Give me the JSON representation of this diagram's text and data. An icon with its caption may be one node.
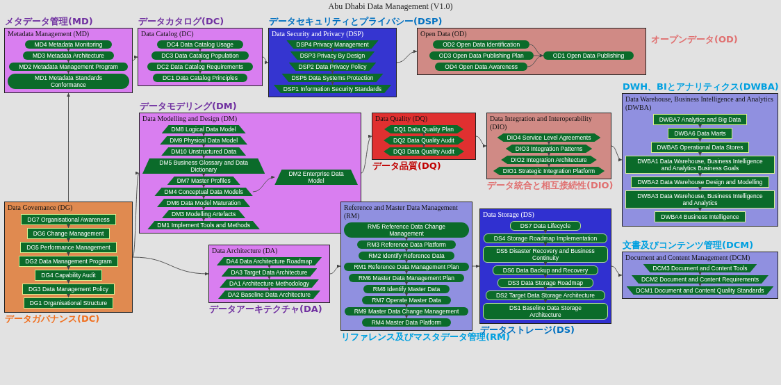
{
  "diagram": {
    "title": "Abu Dhabi Data Management (V1.0)",
    "nodes": [
      {
        "text": [
          "Metadata Management (MD)"
        ],
        "beside": [
          "メタデータ管理(MD)"
        ]
      },
      {
        "text": [
          "MD4 Metadata Monitoring"
        ],
        "in": 0
      },
      {
        "text": [
          "MD3 Metadata Architecture"
        ],
        "in": 0
      },
      {
        "text": [
          "MD2 Metadata Management Program"
        ],
        "in": 0
      },
      {
        "text": [
          "MD1 Metadata Standards Conformance"
        ],
        "in": 0
      },
      {
        "text": [
          "Data Catalog (DC)"
        ],
        "beside": [
          "データカタログ(DC)"
        ]
      },
      {
        "text": [
          "DC4 Data Catalog Usage"
        ],
        "in": 5
      },
      {
        "text": [
          "DC3 Data Catalog Population"
        ],
        "in": 5
      },
      {
        "text": [
          "DC2 Data Catalog Requirements"
        ],
        "in": 5
      },
      {
        "text": [
          "DC1 Data Catalog Principles"
        ],
        "in": 5
      },
      {
        "text": [
          "Open Data (OD)"
        ],
        "beside": [
          "オープンデータ(OD)"
        ]
      },
      {
        "text": [
          "OD2 Open Data Identification"
        ],
        "in": 10
      },
      {
        "text": [
          "OD3 Open Data Publishing Plan"
        ],
        "in": 10
      },
      {
        "text": [
          "OD4 Open Data Awareness"
        ],
        "in": 10
      },
      {
        "text": [
          "OD1 Open Data Publishing"
        ],
        "in": 10
      },
      {
        "text": [
          "Data Security and Privacy (DSP)"
        ],
        "beside": [
          "データセキュリティとプライバシー(DSP)"
        ]
      },
      {
        "text": [
          "DSP4 Privacy Management"
        ],
        "in": 15
      },
      {
        "text": [
          "DSP3 Privacy By Design"
        ],
        "in": 15
      },
      {
        "text": [
          "DSP2 Data Privacy Policy"
        ],
        "in": 15
      },
      {
        "text": [
          "DSP5 Data Systems Protection"
        ],
        "in": 15
      },
      {
        "text": [
          "DSP1 Information Security Standards"
        ],
        "in": 15
      },
      {
        "text": [
          "Data Warehouse, Business Intelligence and Analytics (DWBA)"
        ],
        "beside": [
          "DWH、BIとアナリティクス(DWBA)"
        ]
      },
      {
        "text": [
          "DWBA7 Analytics and Big Data"
        ],
        "in": 21
      },
      {
        "text": [
          "DWBA6 Data Marts"
        ],
        "in": 21
      },
      {
        "text": [
          "DWBA5 Operational Data Stores"
        ],
        "in": 21
      },
      {
        "text": [
          "DWBA1 Data Warehouse, Business Intelligence and Analytics Business Goals"
        ],
        "in": 21
      },
      {
        "text": [
          "DWBA2 Data Warehouse Design and Modelling"
        ],
        "in": 21
      },
      {
        "text": [
          "DWBA3 Data Warehouse, Business Intelligence and Analytics"
        ],
        "in": 21
      },
      {
        "text": [
          "DWBA4 Business Intelligence"
        ],
        "in": 21
      },
      {
        "text": [
          "Data Modelling and Design (DM)"
        ],
        "beside": [
          "データモデリング(DM)"
        ]
      },
      {
        "text": [
          "DM8 Logical Data Model"
        ],
        "in": 29
      },
      {
        "text": [
          "DM9 Physical Data Model"
        ],
        "in": 29
      },
      {
        "text": [
          "DM10 Unstructured Data"
        ],
        "in": 29
      },
      {
        "text": [
          "DM5 Business Glossary and Data Dictionary"
        ],
        "in": 29
      },
      {
        "text": [
          "DM7 Master Profiles"
        ],
        "in": 29
      },
      {
        "text": [
          "DM4 Conceptual Data Models"
        ],
        "in": 29
      },
      {
        "text": [
          "DM6 Data Model Maturation"
        ],
        "in": 29
      },
      {
        "text": [
          "DM3 Modelling Artefacts"
        ],
        "in": 29
      },
      {
        "text": [
          "DM1 Implement Tools and Methods"
        ],
        "in": 29
      },
      {
        "text": [
          "DM2 Enterprise Data Model"
        ],
        "in": 29
      },
      {
        "text": [
          "Data Quality (DQ)"
        ],
        "beside": [
          "データ品質(DQ)"
        ]
      },
      {
        "text": [
          "DQ1 Data Quality Plan"
        ],
        "in": 40
      },
      {
        "text": [
          "DQ2 Data Quality Audit"
        ],
        "in": 40
      },
      {
        "text": [
          "DQ3 Data Quality Audit"
        ],
        "in": 40
      },
      {
        "text": [
          "Data Integration and Interoperability (DIO)"
        ],
        "beside": [
          "データ統合と相互接続性(DIO)"
        ]
      },
      {
        "text": [
          "DIO4 Service Level Agreements"
        ],
        "in": 44
      },
      {
        "text": [
          "DIO3 Integration Patterns"
        ],
        "in": 44
      },
      {
        "text": [
          "DIO2 Integration Architecture"
        ],
        "in": 44
      },
      {
        "text": [
          "DIO1 Strategic Integration Platform"
        ],
        "in": 44
      },
      {
        "text": [
          "Data Governance (DG)"
        ],
        "beside": [
          "データガバナンス(DC)"
        ]
      },
      {
        "text": [
          "DG7 Organisational Awareness"
        ],
        "in": 49
      },
      {
        "text": [
          "DG6 Change Management"
        ],
        "in": 49
      },
      {
        "text": [
          "DG5 Performance Management"
        ],
        "in": 49
      },
      {
        "text": [
          "DG2 Data Management Program"
        ],
        "in": 49
      },
      {
        "text": [
          "DG4 Capability Audit"
        ],
        "in": 49
      },
      {
        "text": [
          "DG3 Data Management Policy"
        ],
        "in": 49
      },
      {
        "text": [
          "DG1 Organisational Structure"
        ],
        "in": 49
      },
      {
        "text": [
          "Data Architecture (DA)"
        ],
        "beside": [
          "データアーキテクチャ(DA)"
        ]
      },
      {
        "text": [
          "DA4 Data Architecture Roadmap"
        ],
        "in": 57
      },
      {
        "text": [
          "DA3 Target Data Architecture"
        ],
        "in": 57
      },
      {
        "text": [
          "DA1 Architecture Methodology"
        ],
        "in": 57
      },
      {
        "text": [
          "DA2 Baseline Data Architecture"
        ],
        "in": 57
      },
      {
        "text": [
          "Reference and Master Data Management (RM)"
        ],
        "beside": [
          "リファレンス及びマスタデータ管理(RM)"
        ]
      },
      {
        "text": [
          "RM5 Reference Data Change Management"
        ],
        "in": 62
      },
      {
        "text": [
          "RM3 Reference Data Platform"
        ],
        "in": 62
      },
      {
        "text": [
          "RM2 Identify Reference Data"
        ],
        "in": 62
      },
      {
        "text": [
          "RM1 Reference Data Management Plan"
        ],
        "in": 62
      },
      {
        "text": [
          "RM6 Master Data Management Plan"
        ],
        "in": 62
      },
      {
        "text": [
          "RM8 Identify Master Data"
        ],
        "in": 62
      },
      {
        "text": [
          "RM7 Operate Master Data"
        ],
        "in": 62
      },
      {
        "text": [
          "RM9 Master Data Change Management"
        ],
        "in": 62
      },
      {
        "text": [
          "RM4 Master Data Platform"
        ],
        "in": 62
      },
      {
        "text": [
          "Data Storage (DS)"
        ],
        "beside": [
          "データストレージ(DS)"
        ]
      },
      {
        "text": [
          "DS7 Data Lifecycle"
        ],
        "in": 72
      },
      {
        "text": [
          "DS4 Storage Roadmap Implementation"
        ],
        "in": 72
      },
      {
        "text": [
          "DS5 Disaster Recovery and Business Continuity"
        ],
        "in": 72
      },
      {
        "text": [
          "DS6 Data Backup and Recovery"
        ],
        "in": 72
      },
      {
        "text": [
          "DS3 Data Storage Roadmap"
        ],
        "in": 72
      },
      {
        "text": [
          "DS2 Target Data Storage Architecture"
        ],
        "in": 72
      },
      {
        "text": [
          "DS1 Baseline Data Storage Architecture"
        ],
        "in": 72
      },
      {
        "text": [
          "Document and Content Management (DCM)"
        ],
        "beside": [
          "文書及びコンテンツ管理(DCM)"
        ]
      },
      {
        "text": [
          "DCM3 Document and Content Tools"
        ],
        "in": 80
      },
      {
        "text": [
          "DCM2 Document and Content Requirements"
        ],
        "in": 80
      },
      {
        "text": [
          "DCM1 Document and Content Quality Standards"
        ],
        "in": 80
      }
    ],
    "edges": [
      {
        "from": 1,
        "to": 2,
        "arrow": "to"
      },
      {
        "from": 2,
        "to": 3,
        "arrow": "to"
      },
      {
        "from": 3,
        "to": 4,
        "arrow": "to"
      },
      {
        "from": 6,
        "to": 7,
        "arrow": "to"
      },
      {
        "from": 7,
        "to": 8,
        "arrow": "to"
      },
      {
        "from": 8,
        "to": 9,
        "arrow": "to"
      },
      {
        "from": 11,
        "to": 14,
        "arrow": "to"
      },
      {
        "from": 12,
        "to": 14,
        "arrow": "to"
      },
      {
        "from": 13,
        "to": 14,
        "arrow": "to"
      },
      {
        "from": 16,
        "to": 17,
        "arrow": "to"
      },
      {
        "from": 17,
        "to": 18,
        "arrow": "to"
      },
      {
        "from": 18,
        "to": 19,
        "arrow": "to"
      },
      {
        "from": 19,
        "to": 20,
        "arrow": "to"
      },
      {
        "from": 22,
        "to": 23,
        "arrow": "to"
      },
      {
        "from": 23,
        "to": 24,
        "arrow": "to"
      },
      {
        "from": 24,
        "to": 25,
        "arrow": "to"
      },
      {
        "from": 25,
        "to": 26,
        "arrow": "to"
      },
      {
        "from": 26,
        "to": 27,
        "arrow": "to"
      },
      {
        "from": 27,
        "to": 28,
        "arrow": "to"
      },
      {
        "from": 30,
        "to": 31,
        "arrow": "to"
      },
      {
        "from": 31,
        "to": 32,
        "arrow": "to"
      },
      {
        "from": 32,
        "to": 33,
        "arrow": "to"
      },
      {
        "from": 33,
        "to": 34,
        "arrow": "to"
      },
      {
        "from": 34,
        "to": 35,
        "arrow": "to"
      },
      {
        "from": 35,
        "to": 36,
        "arrow": "to"
      },
      {
        "from": 36,
        "to": 37,
        "arrow": "to"
      },
      {
        "from": 37,
        "to": 38,
        "arrow": "to"
      },
      {
        "from": 35,
        "to": 39,
        "arrow": "to"
      },
      {
        "from": 41,
        "to": 42,
        "arrow": "to"
      },
      {
        "from": 42,
        "to": 43,
        "arrow": "to"
      },
      {
        "from": 45,
        "to": 46,
        "arrow": "to"
      },
      {
        "from": 46,
        "to": 47,
        "arrow": "to"
      },
      {
        "from": 47,
        "to": 48,
        "arrow": "to"
      },
      {
        "from": 50,
        "to": 51,
        "arrow": "to"
      },
      {
        "from": 51,
        "to": 52,
        "arrow": "to"
      },
      {
        "from": 52,
        "to": 53,
        "arrow": "to"
      },
      {
        "from": 53,
        "to": 54,
        "arrow": "to"
      },
      {
        "from": 54,
        "to": 55,
        "arrow": "to"
      },
      {
        "from": 55,
        "to": 56,
        "arrow": "to"
      },
      {
        "from": 58,
        "to": 59,
        "arrow": "to"
      },
      {
        "from": 59,
        "to": 60,
        "arrow": "to"
      },
      {
        "from": 60,
        "to": 61,
        "arrow": "to"
      },
      {
        "from": 63,
        "to": 64,
        "arrow": "to"
      },
      {
        "from": 64,
        "to": 65,
        "arrow": "to"
      },
      {
        "from": 65,
        "to": 66,
        "arrow": "to"
      },
      {
        "from": 66,
        "to": 67,
        "arrow": "to"
      },
      {
        "from": 67,
        "to": 68,
        "arrow": "to"
      },
      {
        "from": 68,
        "to": 69,
        "arrow": "to"
      },
      {
        "from": 69,
        "to": 70,
        "arrow": "to"
      },
      {
        "from": 70,
        "to": 71,
        "arrow": "to"
      },
      {
        "from": 73,
        "to": 74,
        "arrow": "to"
      },
      {
        "from": 74,
        "to": 75,
        "arrow": "to"
      },
      {
        "from": 75,
        "to": 76,
        "arrow": "to"
      },
      {
        "from": 76,
        "to": 77,
        "arrow": "to"
      },
      {
        "from": 77,
        "to": 78,
        "arrow": "to"
      },
      {
        "from": 78,
        "to": 79,
        "arrow": "to"
      },
      {
        "from": 81,
        "to": 82,
        "arrow": "to"
      },
      {
        "from": 82,
        "to": 83,
        "arrow": "to"
      },
      {
        "from": 49,
        "to": 0,
        "arrow": "to"
      },
      {
        "from": 49,
        "to": 29,
        "arrow": "to"
      },
      {
        "from": 49,
        "to": 57,
        "arrow": "to"
      },
      {
        "from": 0,
        "to": 5,
        "arrow": "to"
      },
      {
        "from": 29,
        "to": 40,
        "arrow": "to"
      },
      {
        "from": 57,
        "to": 62,
        "arrow": "to"
      },
      {
        "from": 5,
        "to": 15,
        "arrow": "to"
      },
      {
        "from": 15,
        "to": 10,
        "arrow": "to"
      },
      {
        "from": 40,
        "to": 44,
        "arrow": "to"
      },
      {
        "from": 62,
        "to": 72,
        "arrow": "to"
      },
      {
        "from": 44,
        "to": 21,
        "arrow": "to"
      },
      {
        "from": 72,
        "to": 80,
        "arrow": "to"
      }
    ]
  }
}
